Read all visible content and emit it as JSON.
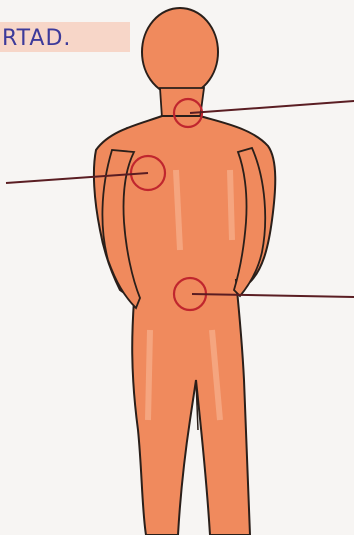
{
  "figure": {
    "title": "RTAD.",
    "colors": {
      "skin": "#f08a5d",
      "skin_light": "#f6a47e",
      "outline": "#2a1f1a",
      "marker": "#c0262e",
      "pointer": "#5a1d22",
      "title": "#3d3a9a",
      "title_bg": "#f7d6c8"
    },
    "markers": [
      {
        "label": "neck-circle"
      },
      {
        "label": "chest-circle"
      },
      {
        "label": "abdomen-circle"
      }
    ]
  }
}
